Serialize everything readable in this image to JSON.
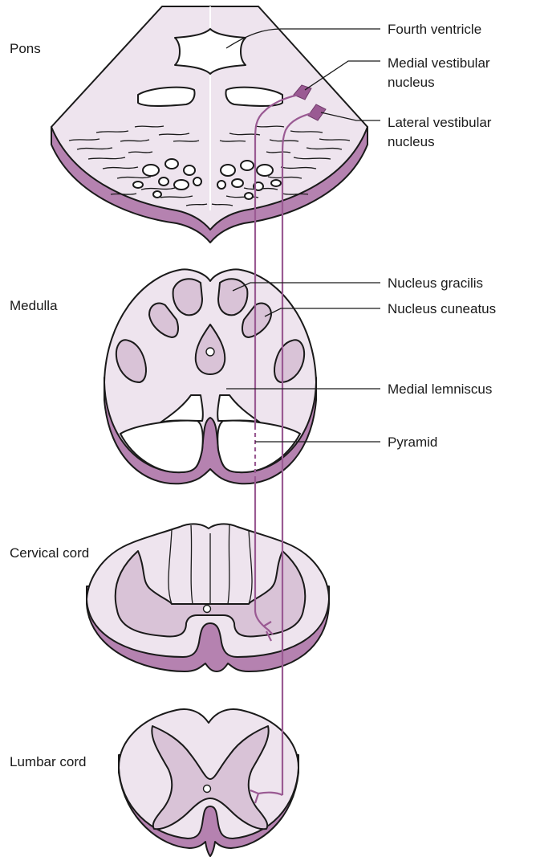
{
  "colors": {
    "tissue": "#eee4ee",
    "tissue_dark": "#b582b0",
    "grey_matter": "#d9c3d7",
    "tract": "#9a5a93",
    "outline": "#1a1a1a",
    "white": "#ffffff"
  },
  "sections": {
    "pons": "Pons",
    "medulla": "Medulla",
    "cervical": "Cervical cord",
    "lumbar": "Lumbar cord"
  },
  "labels": {
    "fourth_ventricle": "Fourth ventricle",
    "medial_vestibular": [
      "Medial vestibular",
      "nucleus"
    ],
    "lateral_vestibular": [
      "Lateral vestibular",
      "nucleus"
    ],
    "nucleus_gracilis": "Nucleus gracilis",
    "nucleus_cuneatus": "Nucleus cuneatus",
    "medial_lemniscus": "Medial lemniscus",
    "pyramid": "Pyramid"
  }
}
